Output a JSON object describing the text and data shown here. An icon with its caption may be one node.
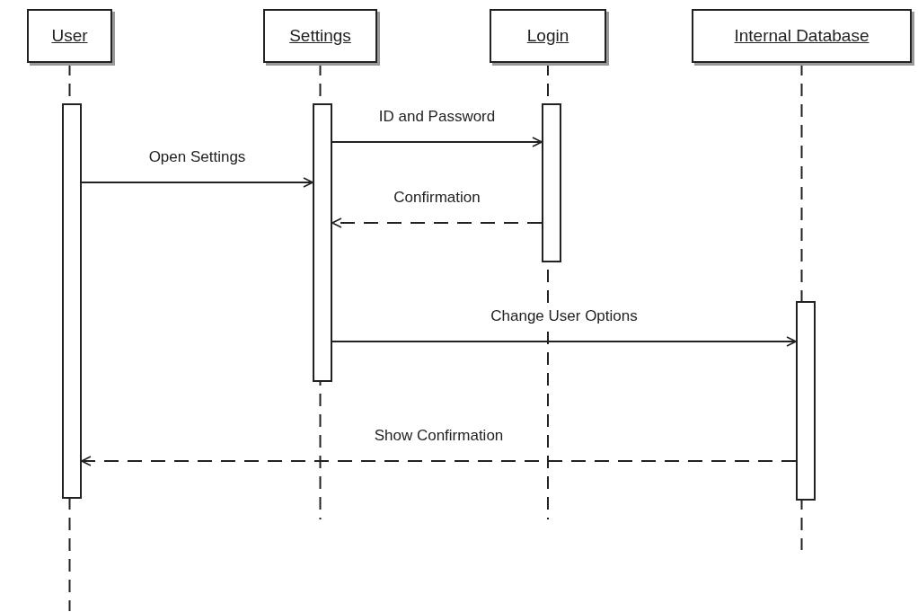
{
  "diagram": {
    "nodes": [
      {
        "text": [
          "User"
        ]
      },
      {
        "text": [
          "Settings"
        ]
      },
      {
        "text": [
          "Login"
        ]
      },
      {
        "text": [
          "Internal Database"
        ]
      },
      {
        "text": [],
        "shape": "bar"
      },
      {
        "text": [],
        "shape": "bar"
      },
      {
        "text": [],
        "shape": "bar"
      },
      {
        "text": [],
        "shape": "bar"
      }
    ],
    "edges": [
      {
        "from": 5,
        "to": 6,
        "arrow": "to",
        "label": "ID and Password"
      },
      {
        "from": 4,
        "to": 5,
        "arrow": "to",
        "label": "Open Settings"
      },
      {
        "from": 6,
        "to": 5,
        "arrow": "to",
        "label": "Confirmation",
        "style": "dashed"
      },
      {
        "from": 5,
        "to": 7,
        "arrow": "to",
        "label": "Change User Options"
      },
      {
        "from": 7,
        "to": 4,
        "arrow": "to",
        "label": "Show Confirmation",
        "style": "dashed"
      }
    ]
  }
}
